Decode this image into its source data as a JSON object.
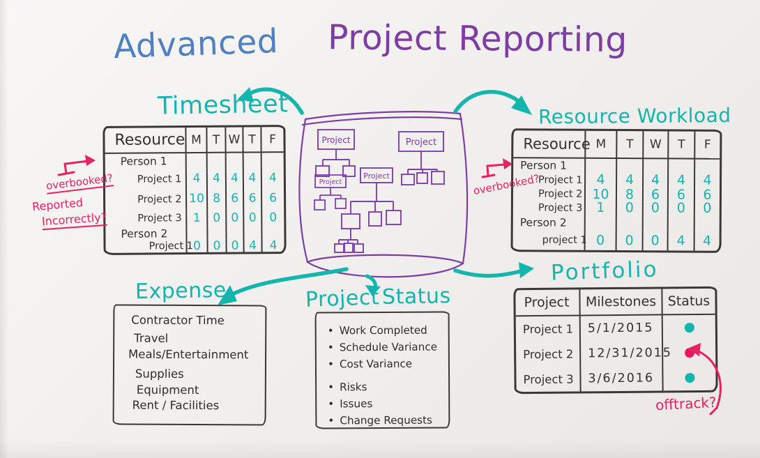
{
  "title": {
    "part1": "Advanced",
    "part2": "Project Reporting"
  },
  "colors": {
    "teal": "#14b5ad",
    "purple": "#7e3da3",
    "blue": "#4f80c2",
    "pink": "#e72262",
    "ink": "#33302e"
  },
  "center": {
    "box_label": "Project"
  },
  "timesheet": {
    "label": "Timesheet",
    "headers": [
      "Resource",
      "M",
      "T",
      "W",
      "T",
      "F"
    ],
    "rows": [
      {
        "label": "Person 1",
        "values": [
          "",
          "",
          "",
          "",
          ""
        ]
      },
      {
        "label": "Project 1",
        "values": [
          "4",
          "4",
          "4",
          "4",
          "4"
        ]
      },
      {
        "label": "Project 2",
        "values": [
          "10",
          "8",
          "6",
          "6",
          "6"
        ]
      },
      {
        "label": "Project 3",
        "values": [
          "1",
          "0",
          "0",
          "0",
          "0"
        ]
      },
      {
        "label": "Person 2",
        "values": [
          "",
          "",
          "",
          "",
          ""
        ]
      },
      {
        "label": "Project 1",
        "values": [
          "0",
          "0",
          "0",
          "4",
          "4"
        ]
      }
    ],
    "annotations": {
      "overbooked": "overbooked?",
      "reported_line1": "Reported",
      "reported_line2": "Incorrectly?"
    }
  },
  "workload": {
    "label": "Resource Workload",
    "headers": [
      "Resource",
      "M",
      "T",
      "W",
      "T",
      "F"
    ],
    "rows": [
      {
        "label": "Person 1",
        "values": [
          "",
          "",
          "",
          "",
          ""
        ]
      },
      {
        "label": "Project 1",
        "values": [
          "4",
          "4",
          "4",
          "4",
          "4"
        ]
      },
      {
        "label": "Project 2",
        "values": [
          "10",
          "8",
          "6",
          "6",
          "6"
        ]
      },
      {
        "label": "Project 3",
        "values": [
          "1",
          "0",
          "0",
          "0",
          "0"
        ]
      },
      {
        "label": "Person 2",
        "values": [
          "",
          "",
          "",
          "",
          ""
        ]
      },
      {
        "label": "project 1",
        "values": [
          "0",
          "0",
          "0",
          "4",
          "4"
        ]
      }
    ],
    "annotations": {
      "overbooked": "overbooked?"
    }
  },
  "expense": {
    "label": "Expense",
    "items": [
      "Contractor Time",
      "Travel",
      "Meals/Entertainment",
      "Supplies",
      "Equipment",
      "Rent / Facilities"
    ]
  },
  "status": {
    "label_word1": "Project",
    "label_word2": "Status",
    "items": [
      "Work Completed",
      "Schedule Variance",
      "Cost Variance",
      "Risks",
      "Issues",
      "Change Requests"
    ]
  },
  "portfolio": {
    "label": "Portfolio",
    "headers": [
      "Project",
      "Milestones",
      "Status"
    ],
    "rows": [
      {
        "project": "Project 1",
        "milestone": "5/1/2015",
        "status_color": "teal"
      },
      {
        "project": "Project 2",
        "milestone": "12/31/2015",
        "status_color": "pink"
      },
      {
        "project": "Project 3",
        "milestone": "3/6/2016",
        "status_color": "teal"
      }
    ],
    "annotations": {
      "offtrack": "offtrack?"
    }
  }
}
